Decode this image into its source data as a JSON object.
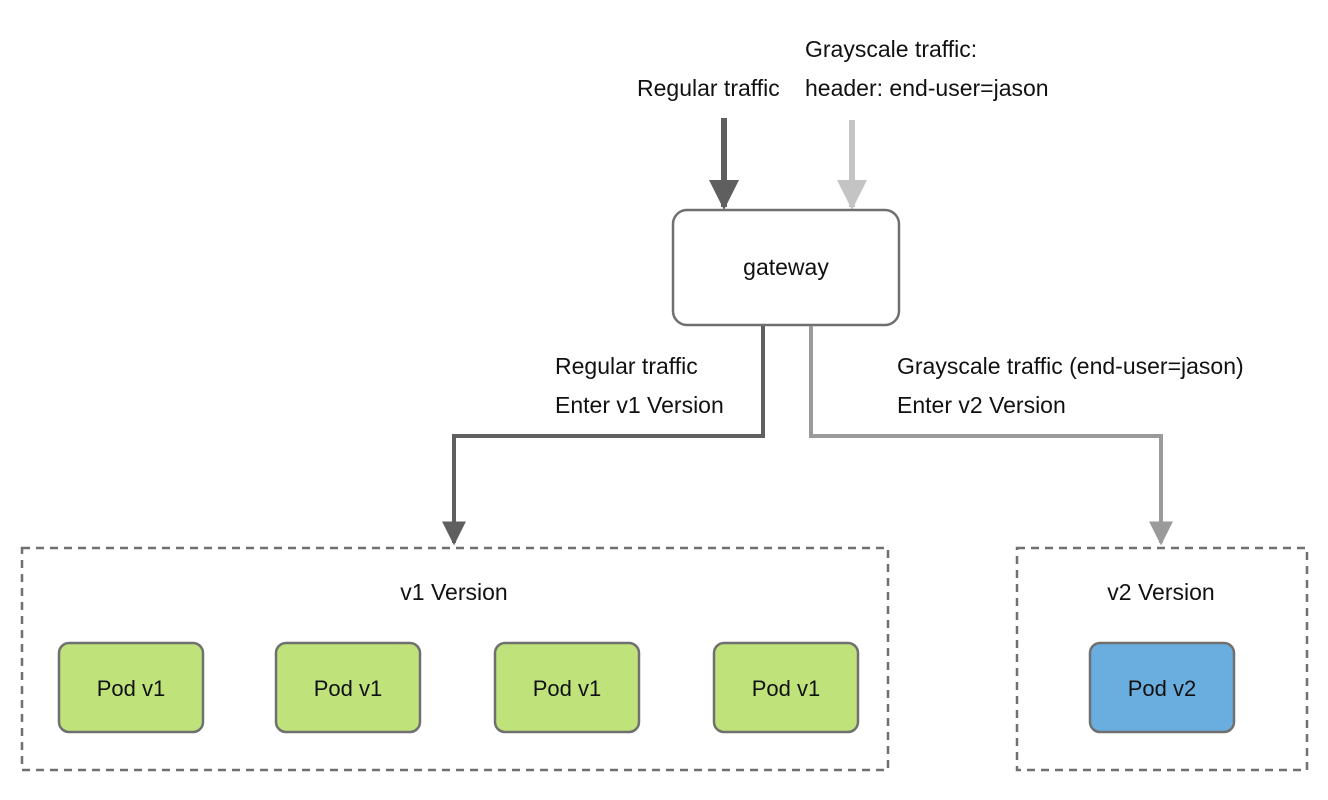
{
  "colors": {
    "regular": "#5f5f5f",
    "grayscale_in": "#c4c4c4",
    "grayscale_route": "#9a9a9a",
    "box_border": "#707070",
    "group_border": "#707070",
    "pod_v1_fill": "#bfe27a",
    "pod_v2_fill": "#6aaee0"
  },
  "incoming": {
    "regular_label": "Regular traffic",
    "grayscale_label_line1": "Grayscale traffic:",
    "grayscale_label_line2": "header: end-user=jason"
  },
  "gateway": {
    "label": "gateway"
  },
  "routes": {
    "regular_line1": "Regular traffic",
    "regular_line2": "Enter v1 Version",
    "grayscale_line1": "Grayscale traffic (end-user=jason)",
    "grayscale_line2": "Enter v2 Version"
  },
  "groups": {
    "v1": {
      "title": "v1 Version",
      "pods": [
        "Pod v1",
        "Pod v1",
        "Pod v1",
        "Pod v1"
      ]
    },
    "v2": {
      "title": "v2 Version",
      "pods": [
        "Pod v2"
      ]
    }
  }
}
